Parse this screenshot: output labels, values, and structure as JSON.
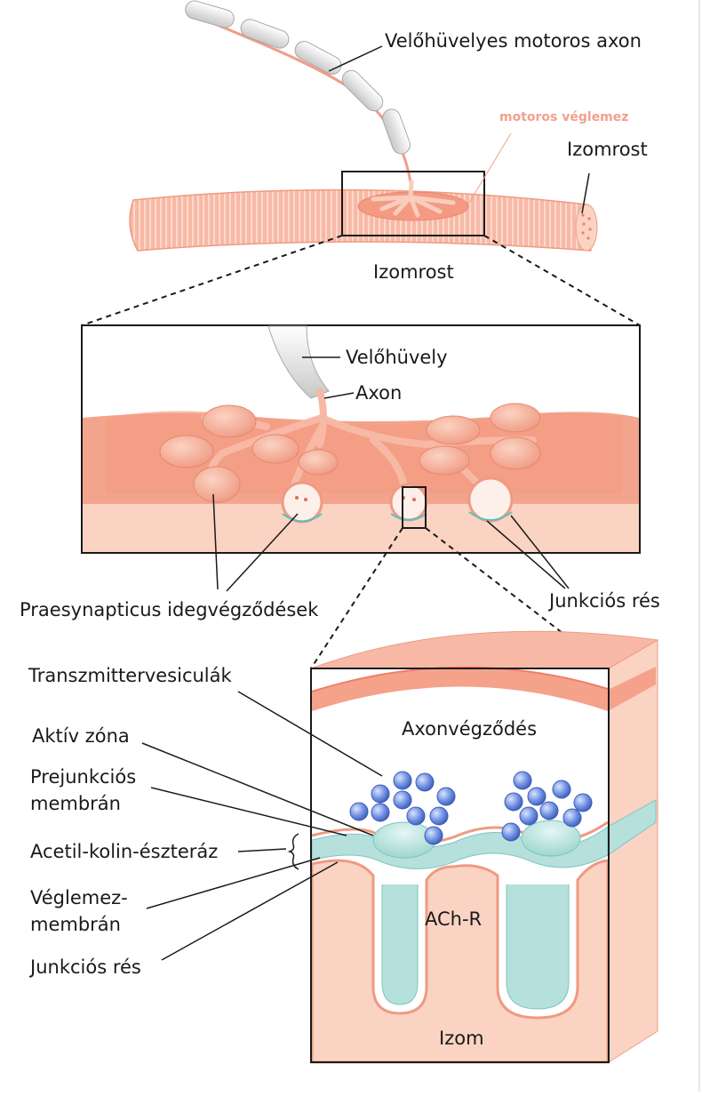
{
  "labels": {
    "myelinated_axon": "Velőhüvelyes motoros axon",
    "motor_endplate": "motoros véglemez",
    "muscle_fiber_right": "Izomrost",
    "muscle_fiber_bottom": "Izomrost",
    "myelin_sheath": "Velőhüvely",
    "axon": "Axon",
    "presynaptic_terminals": "Praesynapticus idegvégződések",
    "junctional_cleft_top": "Junkciós rés",
    "transmitter_vesicles": "Transzmittervesiculák",
    "active_zone": "Aktív zóna",
    "prejunctional_membrane_1": "Prejunkciós",
    "prejunctional_membrane_2": "membrán",
    "acetylcholinesterase": "Acetil-kolin-észteráz",
    "endplate_membrane_1": "Véglemez-",
    "endplate_membrane_2": "membrán",
    "junctional_cleft_bottom": "Junkciós rés",
    "axon_terminal": "Axonvégződés",
    "ach_receptor": "ACh-R",
    "muscle": "Izom"
  },
  "colors": {
    "muscle": "#f7b9a6",
    "muscle_dark": "#ef9a82",
    "myelin": "#d6d6d6",
    "vesicle": "#5b7fd6",
    "cleft": "#b5e0dc",
    "line": "#1a1a1a"
  }
}
